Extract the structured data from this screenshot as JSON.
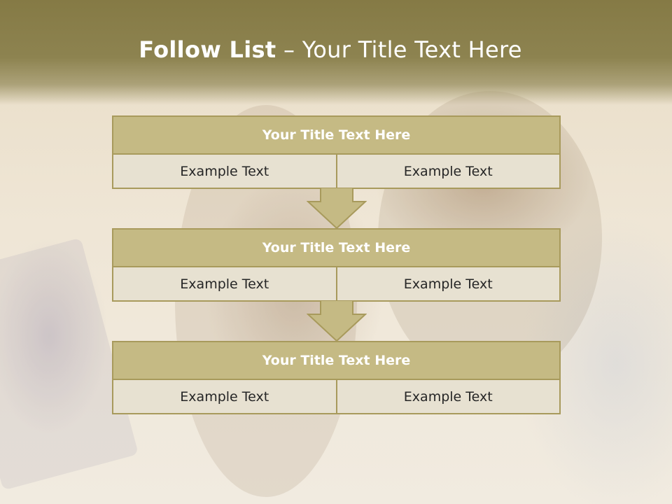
{
  "slide": {
    "title_bold": "Follow List",
    "title_rest": "– Your Title Text Here"
  },
  "blocks": [
    {
      "title": "Your Title Text Here",
      "left": "Example Text",
      "right": "Example Text"
    },
    {
      "title": "Your Title Text Here",
      "left": "Example Text",
      "right": "Example Text"
    },
    {
      "title": "Your Title Text Here",
      "left": "Example Text",
      "right": "Example Text"
    }
  ],
  "colors": {
    "header": "#857a45",
    "block_title_fill": "#c5ba84",
    "block_border": "#a89a5c",
    "cell_fill": "#e7e1d1",
    "arrow_fill": "#c5ba84"
  }
}
